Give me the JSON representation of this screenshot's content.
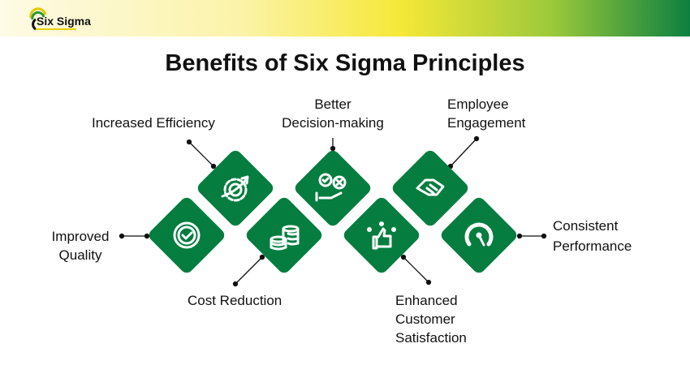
{
  "header": {
    "logo_text": "Six Sigma",
    "colors": {
      "left": "#fefbe6",
      "mid": "#f6e838",
      "right": "#0c8040"
    }
  },
  "title": "Benefits of Six Sigma Principles",
  "accent": "#047d3e",
  "benefits": [
    {
      "label": "Increased Efficiency",
      "icon": "gear-arrow-icon"
    },
    {
      "label": "Better Decision-making",
      "line1": "Better",
      "line2": "Decision-making",
      "icon": "hand-choice-icon"
    },
    {
      "label": "Employee Engagement",
      "line1": "Employee",
      "line2": "Engagement",
      "icon": "handshake-icon"
    },
    {
      "label": "Improved Quality",
      "line1": "Improved",
      "line2": "Quality",
      "icon": "quality-badge-icon"
    },
    {
      "label": "Cost Reduction",
      "icon": "coins-icon"
    },
    {
      "label": "Enhanced Customer Satisfaction",
      "line1": "Enhanced",
      "line2": "Customer",
      "line3": "Satisfaction",
      "icon": "thumbs-up-stars-icon"
    },
    {
      "label": "Consistent Performance",
      "line1": "Consistent",
      "line2": "Performance",
      "icon": "speedometer-icon"
    }
  ]
}
